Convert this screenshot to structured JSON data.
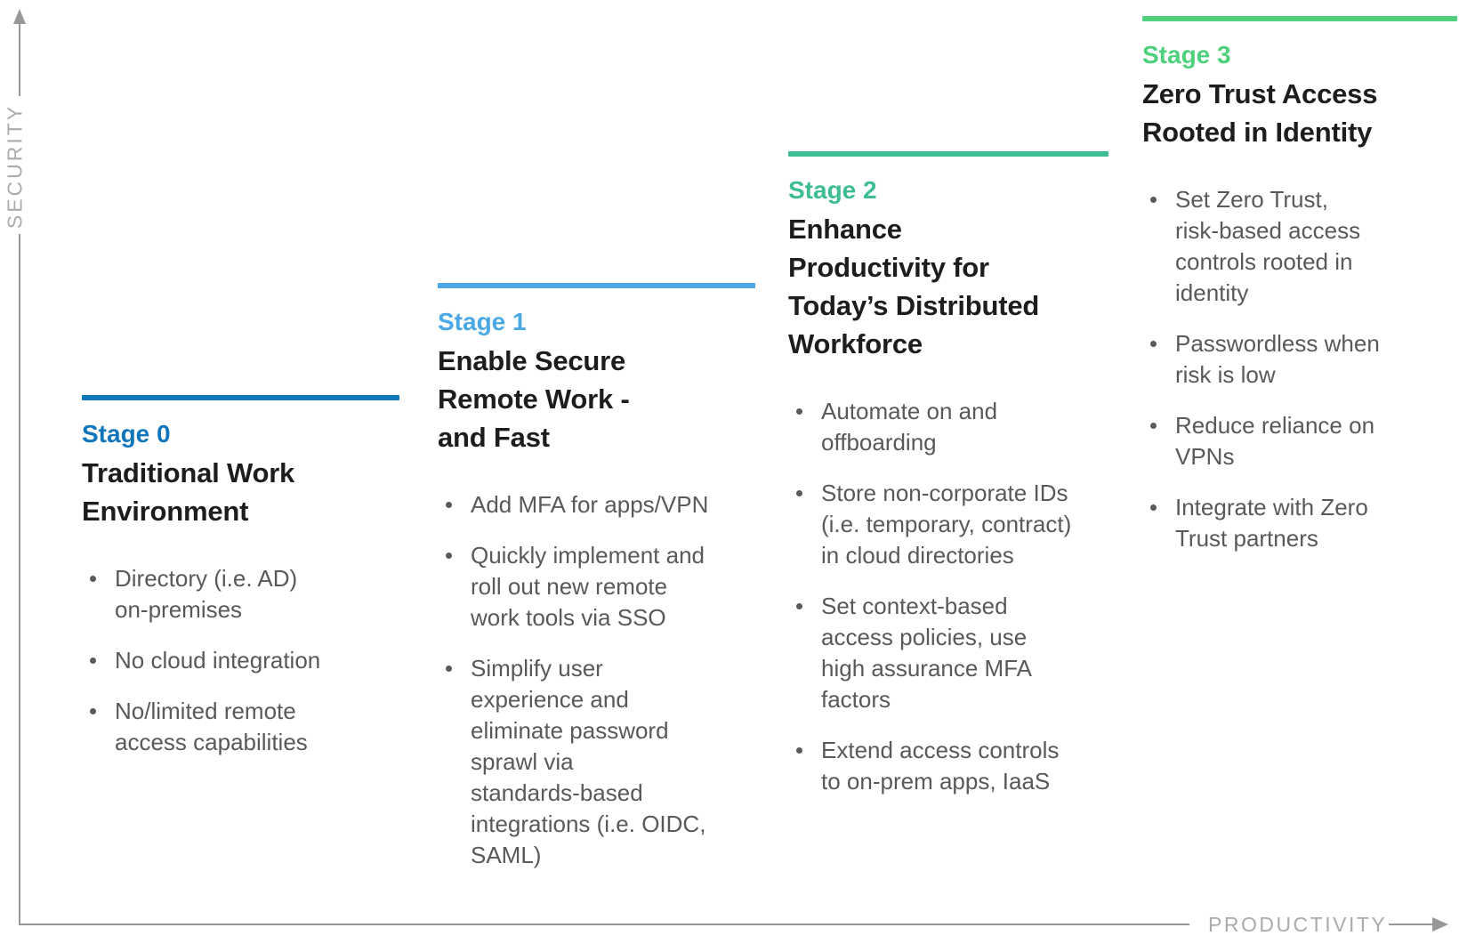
{
  "axes": {
    "y_label": "SECURITY",
    "x_label": "PRODUCTIVITY"
  },
  "theme": {
    "stage0_color": "#0F76BC",
    "stage1_color": "#4AA8E4",
    "stage2_color": "#3EBD92",
    "stage3_color": "#4FD07C",
    "title_color": "#1D1D1F",
    "body_color": "#58595B",
    "axis_color": "#979797",
    "axis_label_color": "#ABABAB"
  },
  "columns": [
    {
      "stage_label": "Stage 0",
      "title": "Traditional Work\nEnvironment",
      "bullets": [
        "Directory (i.e. AD)\non-premises",
        "No cloud integration",
        "No/limited remote\naccess capabilities"
      ]
    },
    {
      "stage_label": "Stage 1",
      "title": "Enable Secure\nRemote Work -\nand Fast",
      "bullets": [
        "Add MFA for apps/VPN",
        "Quickly implement and\nroll out new remote\nwork tools via SSO",
        "Simplify user\nexperience and\neliminate password\nsprawl via\nstandards-based\nintegrations (i.e. OIDC,\nSAML)"
      ]
    },
    {
      "stage_label": "Stage 2",
      "title": "Enhance\nProductivity for\nToday’s Distributed\nWorkforce",
      "bullets": [
        "Automate on and\noffboarding",
        "Store non-corporate IDs\n(i.e. temporary, contract)\nin cloud directories",
        "Set context-based\naccess policies, use\nhigh assurance MFA\nfactors",
        "Extend access controls\nto on-prem apps, IaaS"
      ]
    },
    {
      "stage_label": "Stage 3",
      "title": "Zero Trust Access\nRooted in Identity",
      "bullets": [
        "Set Zero Trust,\nrisk-based access\ncontrols rooted in\nidentity",
        "Passwordless when\nrisk is low",
        "Reduce reliance on\nVPNs",
        "Integrate with Zero\nTrust partners"
      ]
    }
  ]
}
